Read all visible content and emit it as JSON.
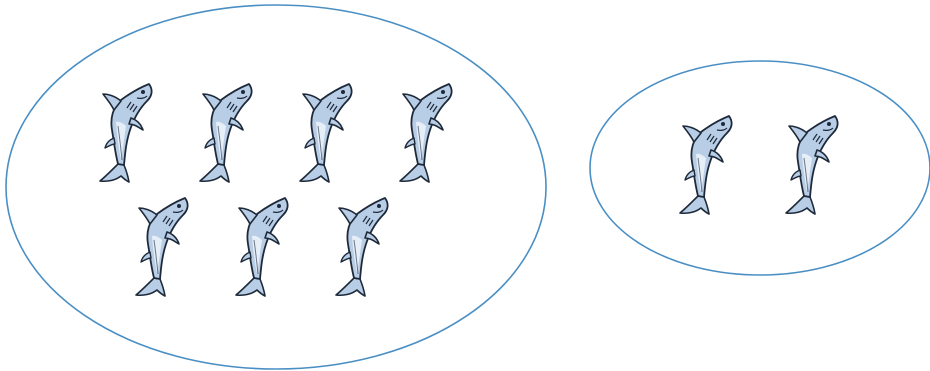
{
  "colors": {
    "background": "#ffffff",
    "group_outline": "#4a8fc4",
    "shark_fill": "#b8cde6",
    "shark_belly": "#e6eef8",
    "shark_outline": "#1e2a3a"
  },
  "groups": [
    {
      "id": "left-group",
      "shark_count": 7,
      "icon": "shark-icon"
    },
    {
      "id": "right-group",
      "shark_count": 2,
      "icon": "shark-icon"
    }
  ]
}
